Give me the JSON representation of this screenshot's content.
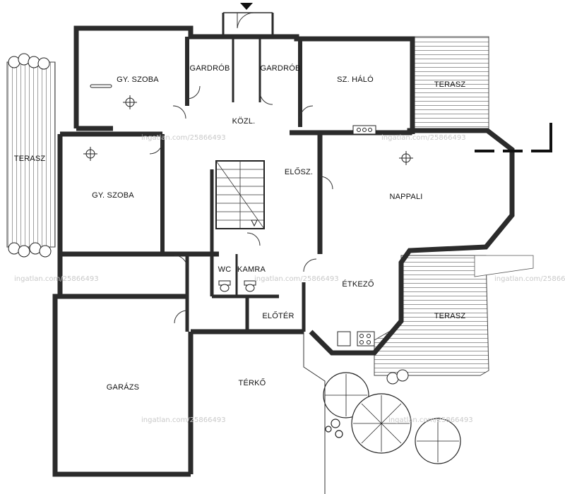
{
  "rooms": {
    "gy_szoba_1": "GY. SZOBA",
    "gardrob_1": "GARDRÓB",
    "gardrob_2": "GARDRÓB",
    "sz_halo": "SZ. HÁLÓ",
    "terasz_ne": "TERASZ",
    "terasz_w": "TERASZ",
    "kozl": "KÖZL.",
    "gy_szoba_2": "GY. SZOBA",
    "elosz": "ELŐSZ.",
    "nappali": "NAPPALI",
    "wc": "WC",
    "kamra": "KAMRA",
    "etkezo": "ÉTKEZŐ",
    "eloter": "ELŐTÉR",
    "terasz_se": "TERASZ",
    "garazs": "GARÁZS",
    "terko": "TÉRKŐ"
  },
  "watermark": "ingatlan.com/25866493",
  "icons": [
    "ceiling-light-icon",
    "entrance-arrow-icon",
    "tree-icon",
    "shrub-icon",
    "stove-icon",
    "sink-icon",
    "toilet-icon"
  ]
}
